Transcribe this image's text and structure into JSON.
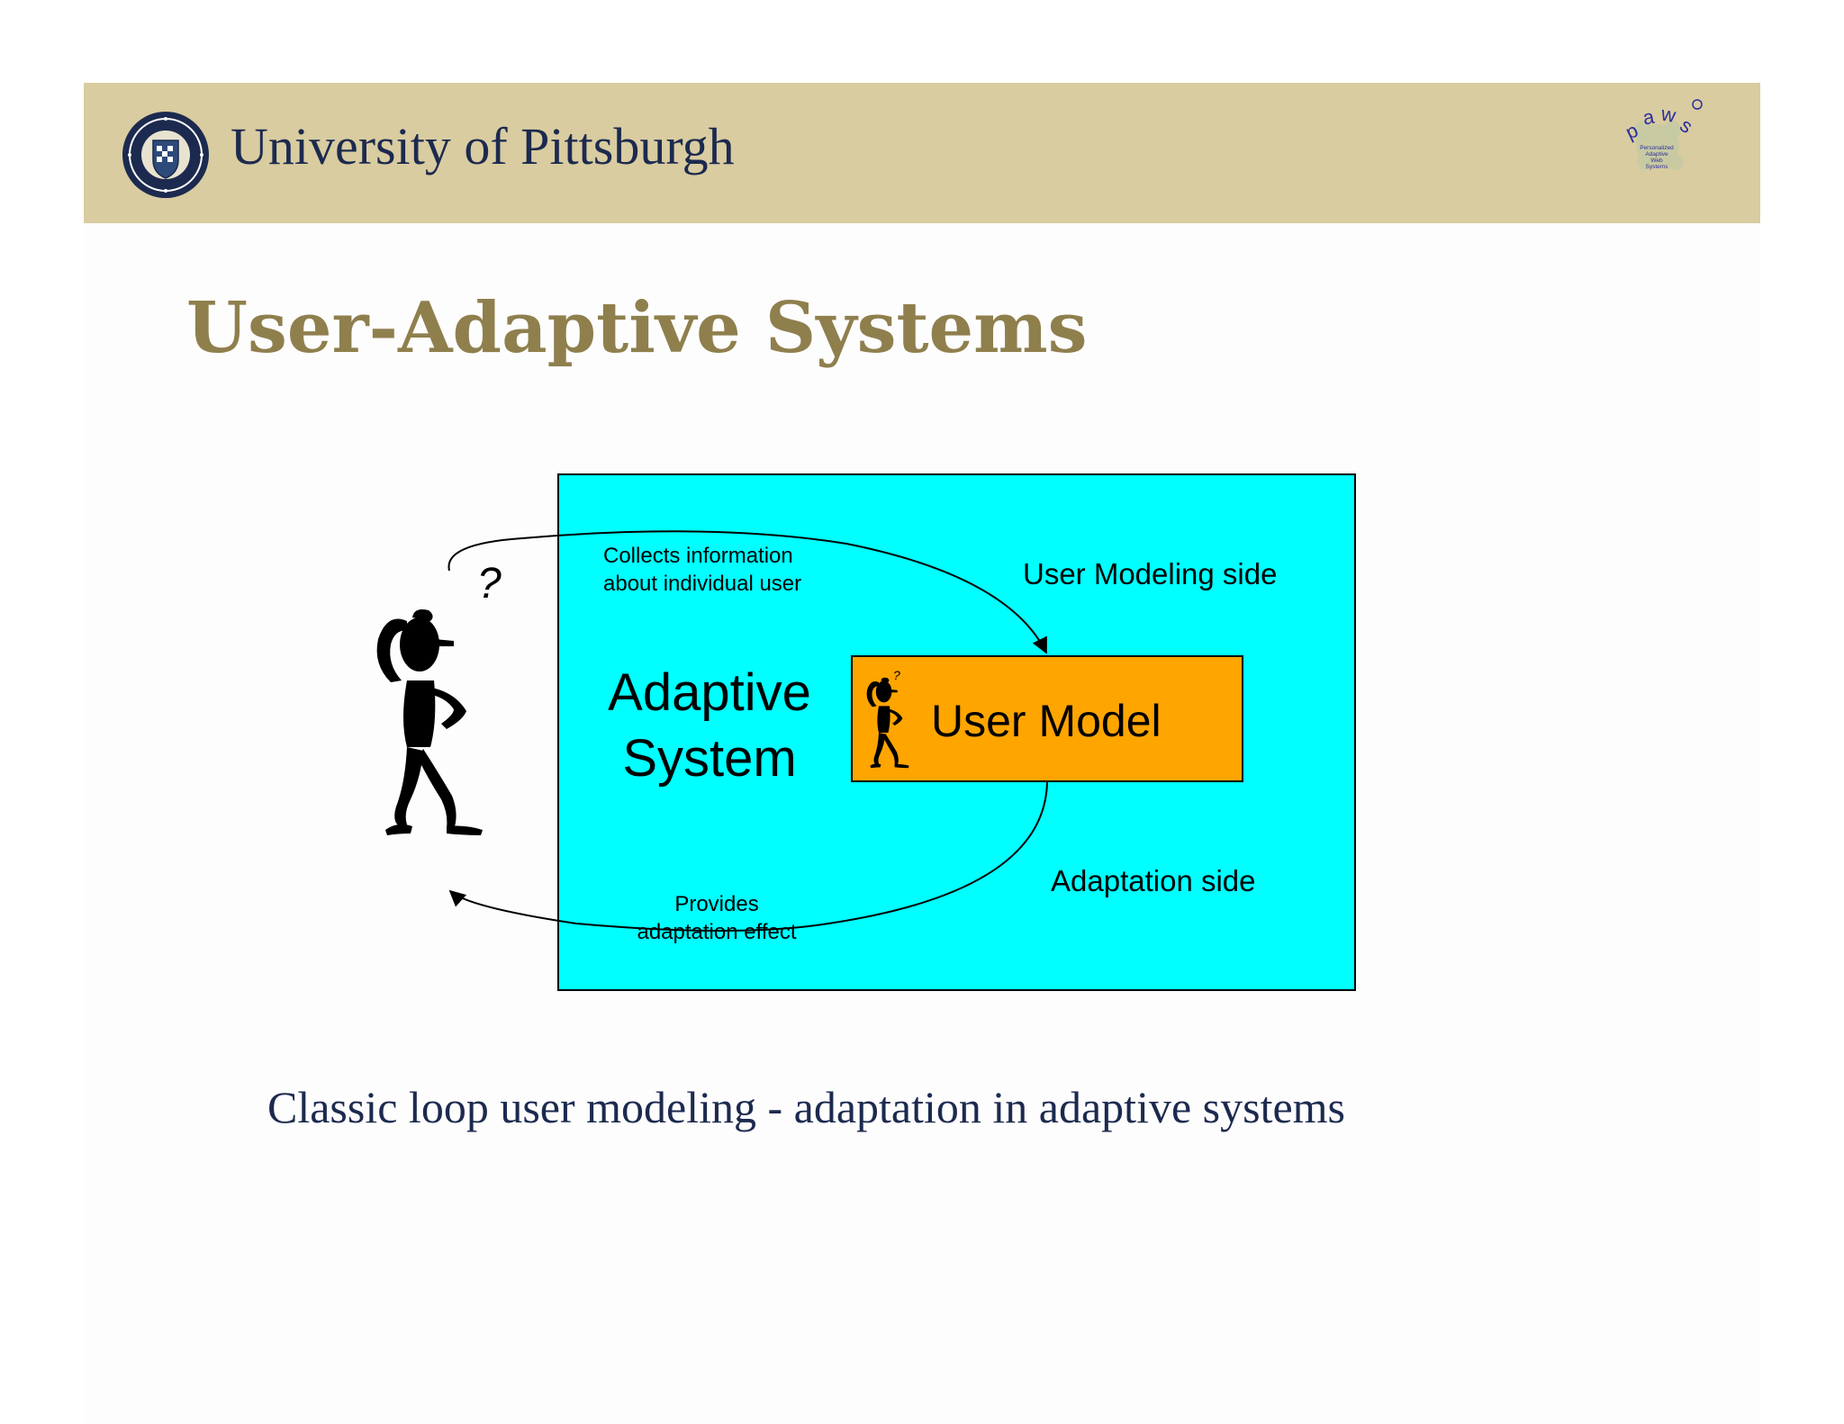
{
  "header": {
    "university_name": "University of Pittsburgh",
    "seal_icon": "university-seal-icon",
    "paws_logo": {
      "letters": "paws",
      "subtitle_lines": [
        "Personalized",
        "Adaptive",
        "Web",
        "Systems"
      ]
    }
  },
  "slide": {
    "title": "User-Adaptive Systems",
    "caption": "Classic loop user modeling - adaptation in adaptive systems"
  },
  "diagram": {
    "adaptive_system_label_line1": "Adaptive",
    "adaptive_system_label_line2": "System",
    "user_model_label": "User Model",
    "user_modeling_side": "User Modeling side",
    "adaptation_side": "Adaptation side",
    "collects_line1": "Collects information",
    "collects_line2": "about individual user",
    "provides_line1": "Provides",
    "provides_line2": "adaptation effect",
    "thinking_mark": "?",
    "colors": {
      "system_box": "#00ffff",
      "user_model_box": "#ffa500",
      "title": "#8f7f4d",
      "navy": "#1c2a4f",
      "banner": "#d9cca0"
    }
  }
}
